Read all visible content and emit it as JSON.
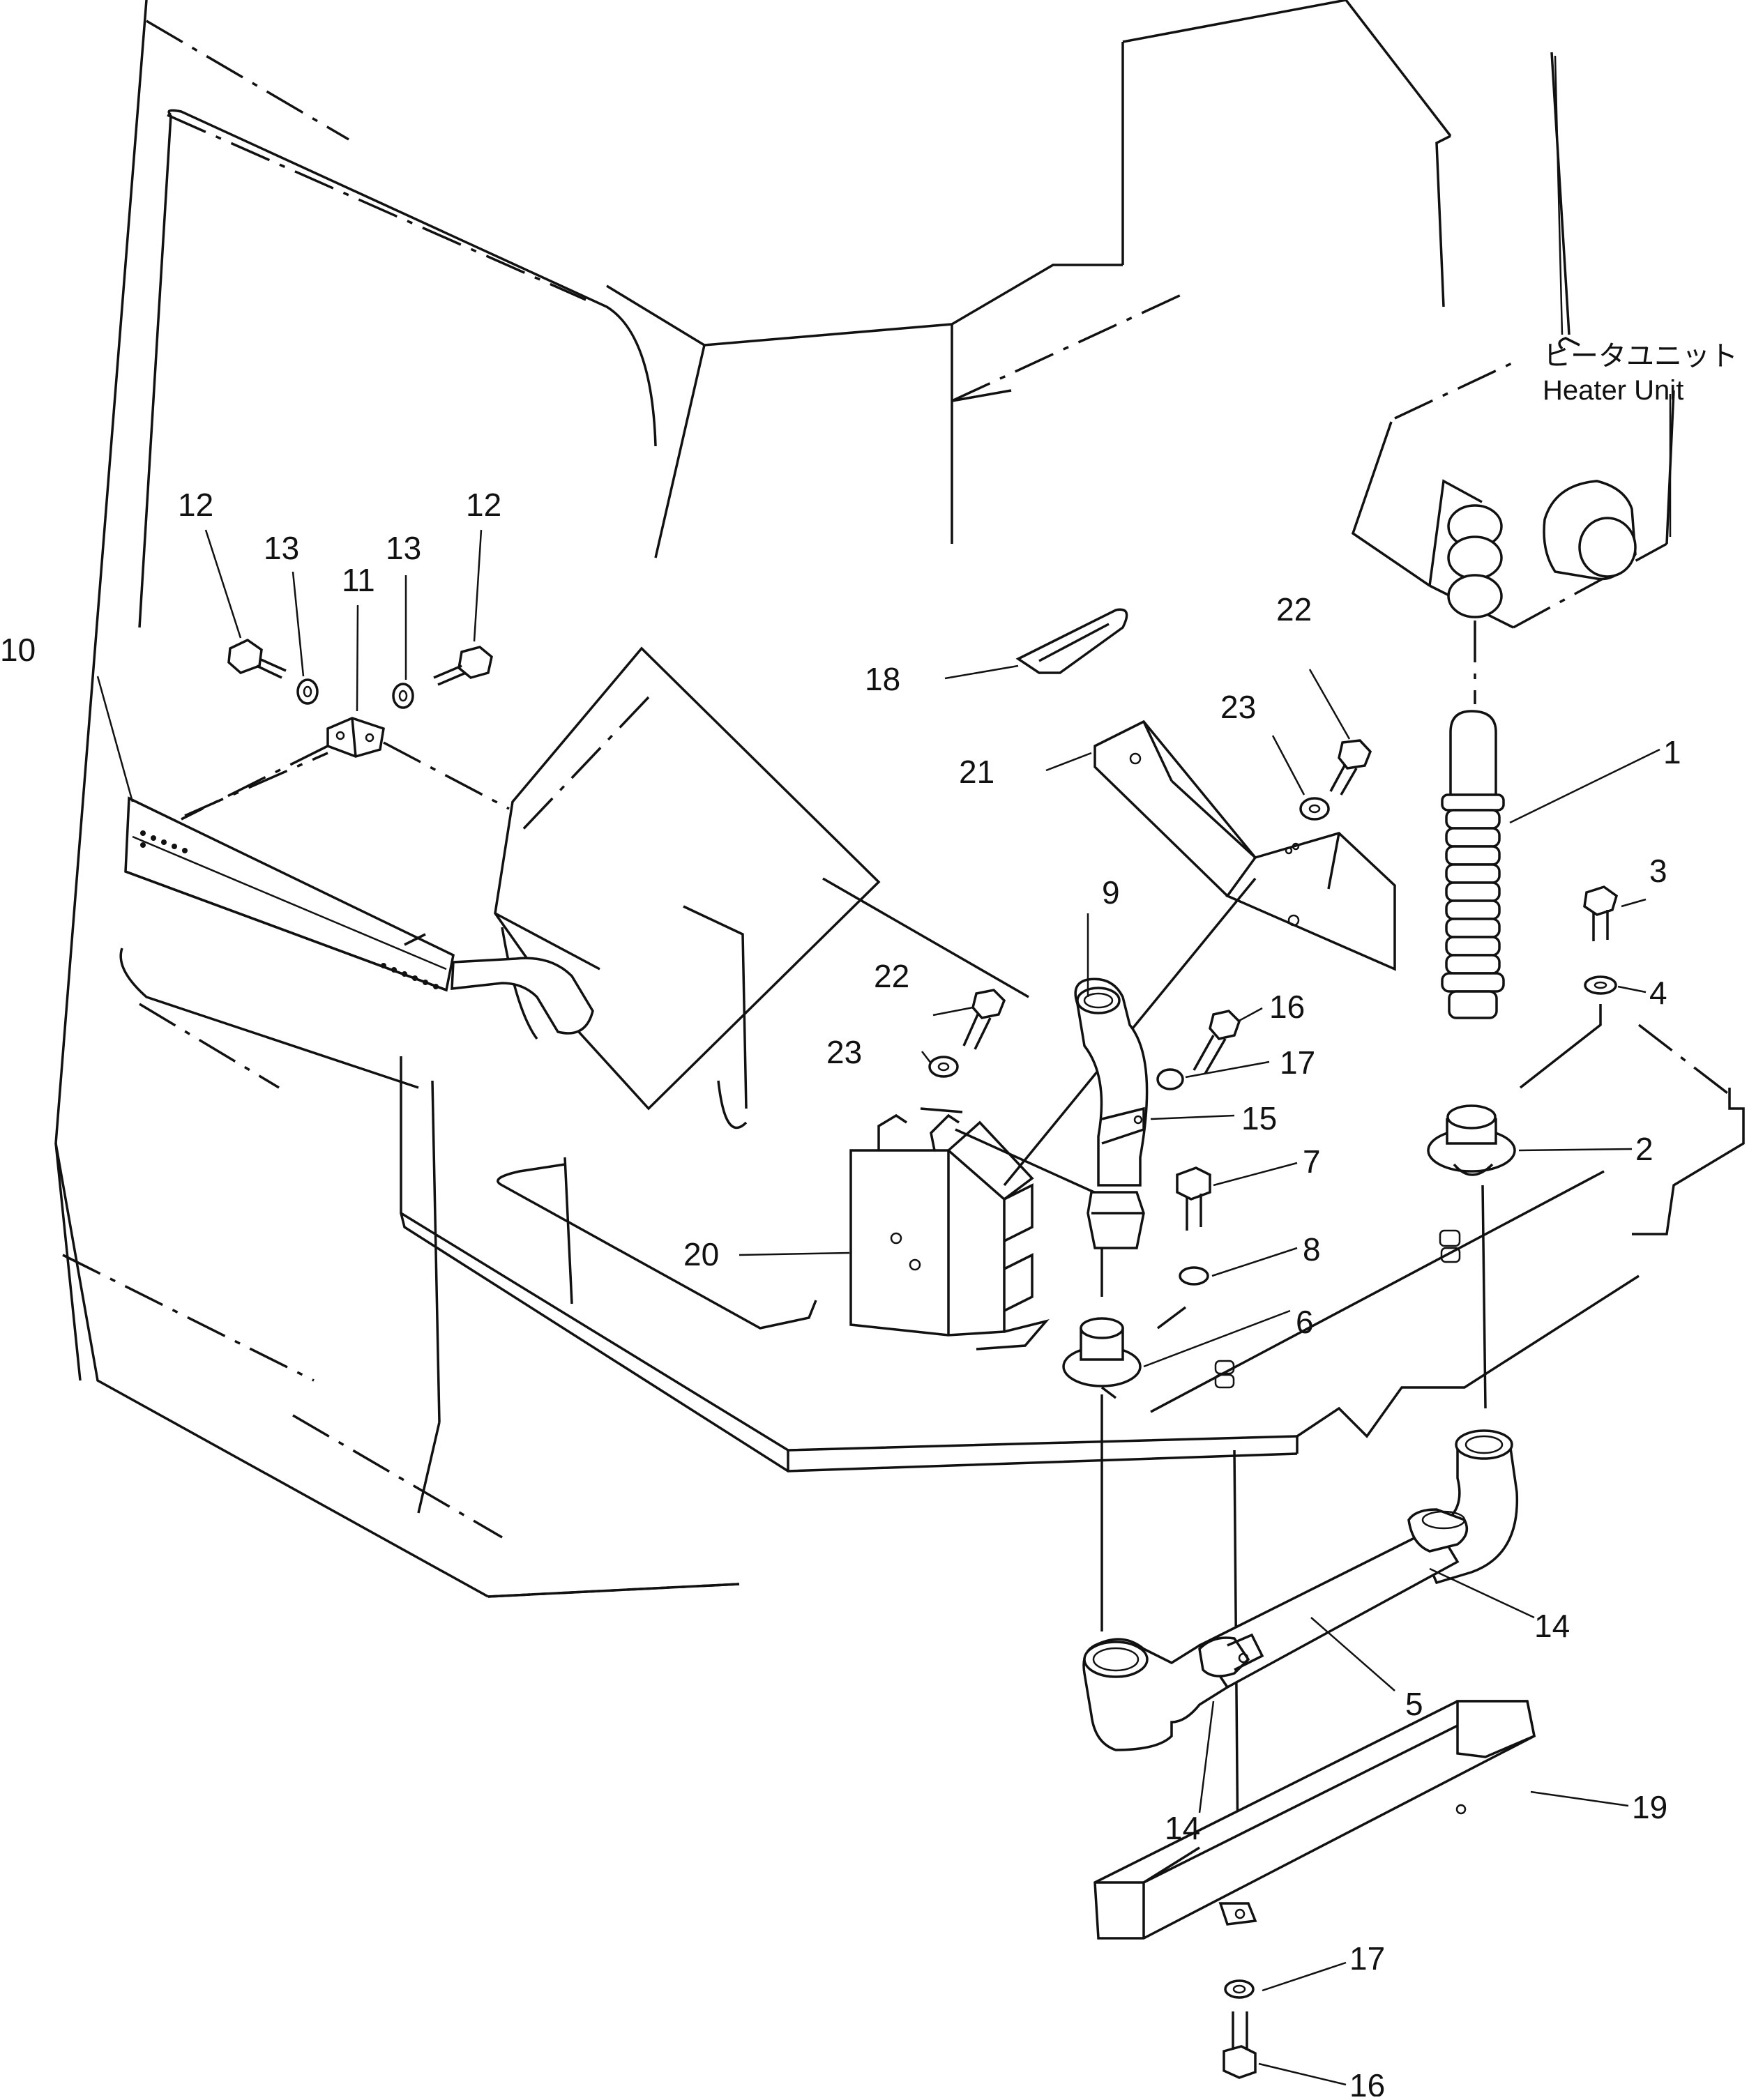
{
  "heater_unit": {
    "label_jp": "ヒータユニット",
    "label_en": "Heater Unit"
  },
  "callouts": {
    "c1": "1",
    "c2": "2",
    "c3": "3",
    "c4": "4",
    "c5": "5",
    "c6": "6",
    "c7": "7",
    "c8": "8",
    "c9": "9",
    "c10": "10",
    "c11": "11",
    "c12a": "12",
    "c12b": "12",
    "c13a": "13",
    "c13b": "13",
    "c14a": "14",
    "c14b": "14",
    "c15": "15",
    "c16a": "16",
    "c16b": "16",
    "c17a": "17",
    "c17b": "17",
    "c18": "18",
    "c19": "19",
    "c20": "20",
    "c21": "21",
    "c22a": "22",
    "c22b": "22",
    "c23a": "23",
    "c23b": "23"
  }
}
